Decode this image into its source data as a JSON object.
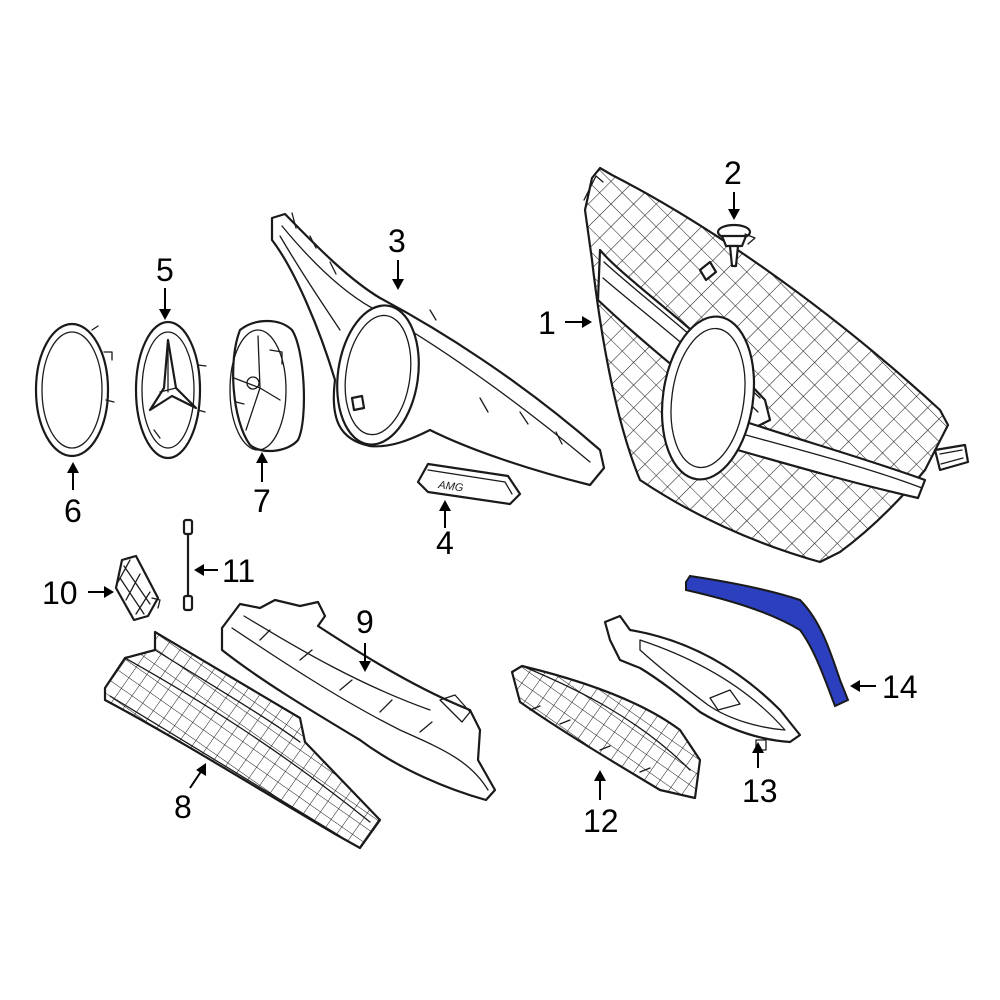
{
  "diagram": {
    "highlight_color": "#2b3fbf",
    "emblem_text": "AMG",
    "callouts": [
      {
        "id": "1",
        "label": "1"
      },
      {
        "id": "2",
        "label": "2"
      },
      {
        "id": "3",
        "label": "3"
      },
      {
        "id": "4",
        "label": "4"
      },
      {
        "id": "5",
        "label": "5"
      },
      {
        "id": "6",
        "label": "6"
      },
      {
        "id": "7",
        "label": "7"
      },
      {
        "id": "8",
        "label": "8"
      },
      {
        "id": "9",
        "label": "9"
      },
      {
        "id": "10",
        "label": "10"
      },
      {
        "id": "11",
        "label": "11"
      },
      {
        "id": "12",
        "label": "12"
      },
      {
        "id": "13",
        "label": "13"
      },
      {
        "id": "14",
        "label": "14",
        "highlighted": true
      }
    ]
  }
}
